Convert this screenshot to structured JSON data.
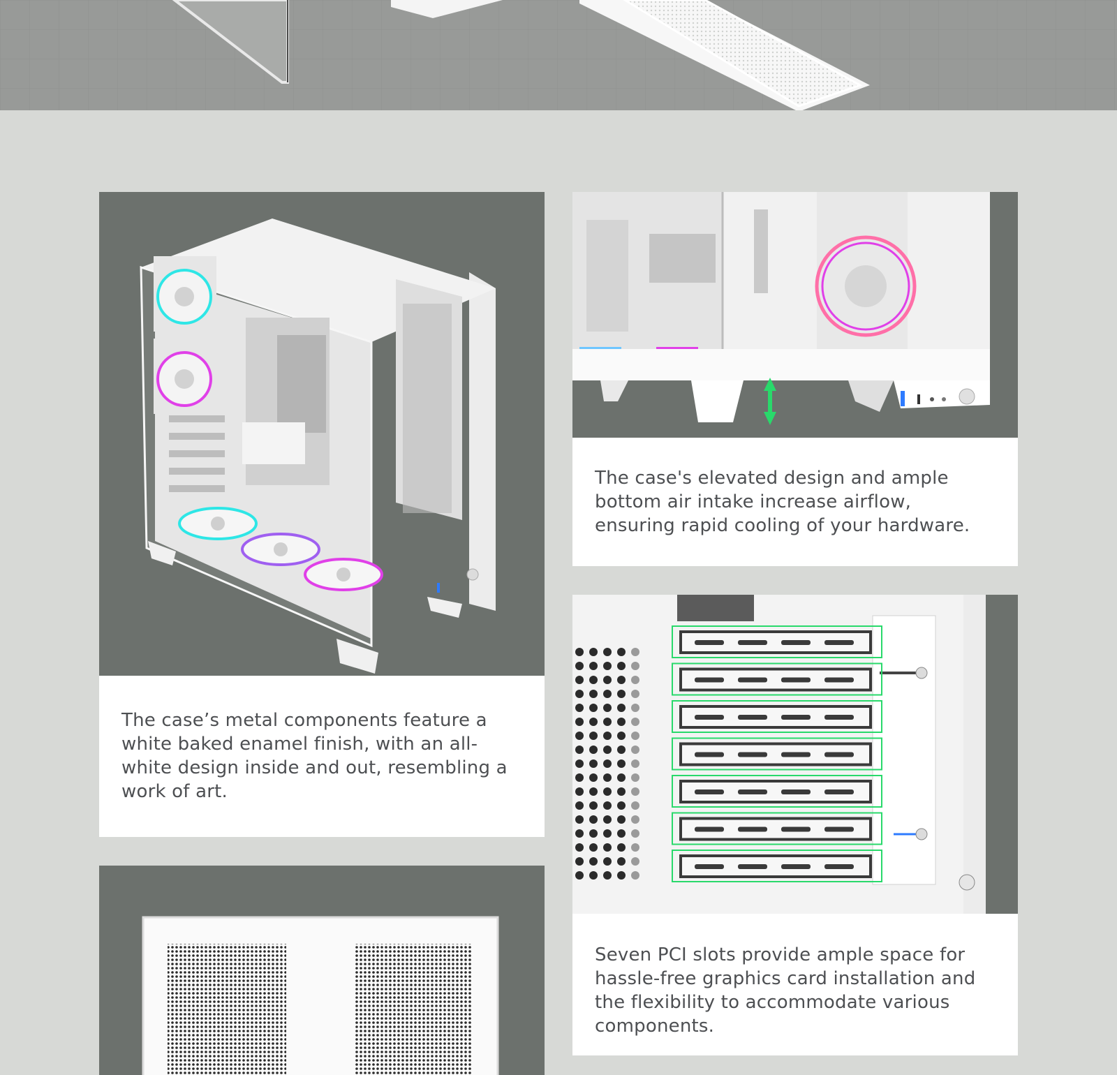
{
  "page": {
    "background_color": "#d7d9d6",
    "hero_band_color": "#989a98",
    "photo_background_color": "#6c716d",
    "accent_colors": {
      "rgb_cyan": "#2ee6e6",
      "rgb_magenta": "#e040e8",
      "rgb_pink": "#ff6fa8",
      "highlight_green": "#29d96b"
    }
  },
  "cards": {
    "case_finish": {
      "image": "white-pc-case-isometric-image",
      "caption": "The case’s metal components feature a white baked enamel finish, with an all-white design inside and out, resembling a work of art."
    },
    "airflow": {
      "image": "elevated-case-bottom-image",
      "caption": "The case's elevated design and ample bottom air intake increase airflow, ensuring rapid cooling of your hardware."
    },
    "pci_slots": {
      "image": "pci-slots-image",
      "slot_count": 7,
      "caption": "Seven PCI slots provide ample space for hassle-free graphics card installation and the flexibility to accommodate various components."
    },
    "dust_filter": {
      "image": "mesh-panel-image"
    }
  }
}
